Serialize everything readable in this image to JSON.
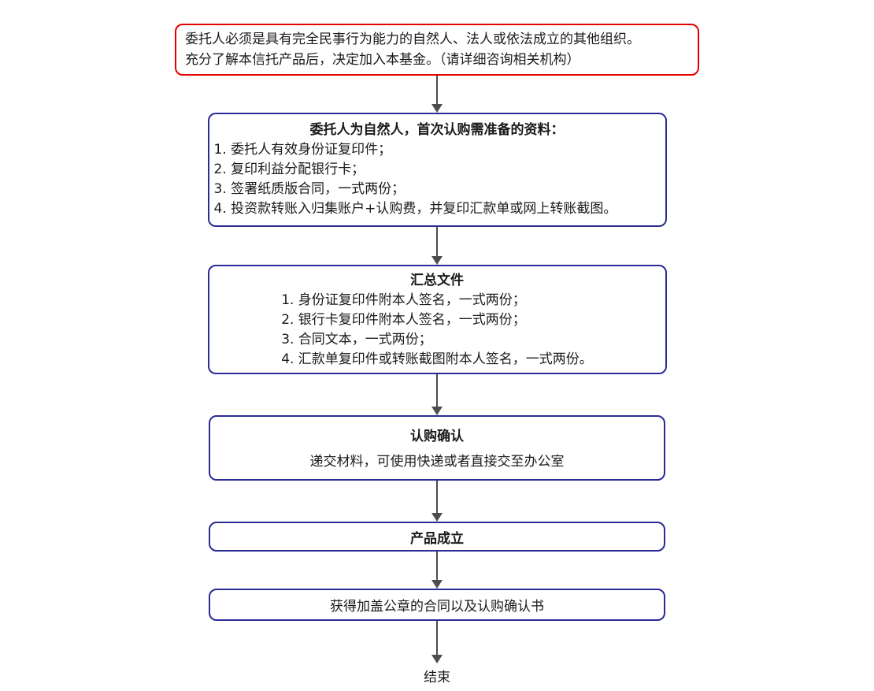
{
  "colors": {
    "red": "#e60000",
    "blue": "#2b2b96",
    "arrow": "#4d4d4d",
    "text": "#1a1a1a",
    "bg": "#ffffff"
  },
  "flowchart": {
    "intro_box": {
      "lines": [
        "委托人必须是具有完全民事行为能力的自然人、法人或依法成立的其他组织。",
        "充分了解本信托产品后，决定加入本基金。（请详细咨询相关机构）"
      ]
    },
    "prepare_box": {
      "title": "委托人为自然人，首次认购需准备的资料：",
      "items": [
        "1. 委托人有效身份证复印件；",
        "2. 复印利益分配银行卡；",
        "3. 签署纸质版合同，一式两份；",
        "4. 投资款转账入归集账户+认购费，并复印汇款单或网上转账截图。"
      ]
    },
    "summary_box": {
      "title": "汇总文件",
      "items": [
        "1. 身份证复印件附本人签名，一式两份；",
        "2. 银行卡复印件附本人签名，一式两份；",
        "3. 合同文本，一式两份；",
        "4. 汇款单复印件或转账截图附本人签名，一式两份。"
      ]
    },
    "confirm_box": {
      "title": "认购确认",
      "subtitle": "递交材料，可使用快递或者直接交至办公室"
    },
    "established_box": {
      "title": "产品成立"
    },
    "contract_box": {
      "title": "获得加盖公章的合同以及认购确认书"
    },
    "end_label": "结束"
  }
}
